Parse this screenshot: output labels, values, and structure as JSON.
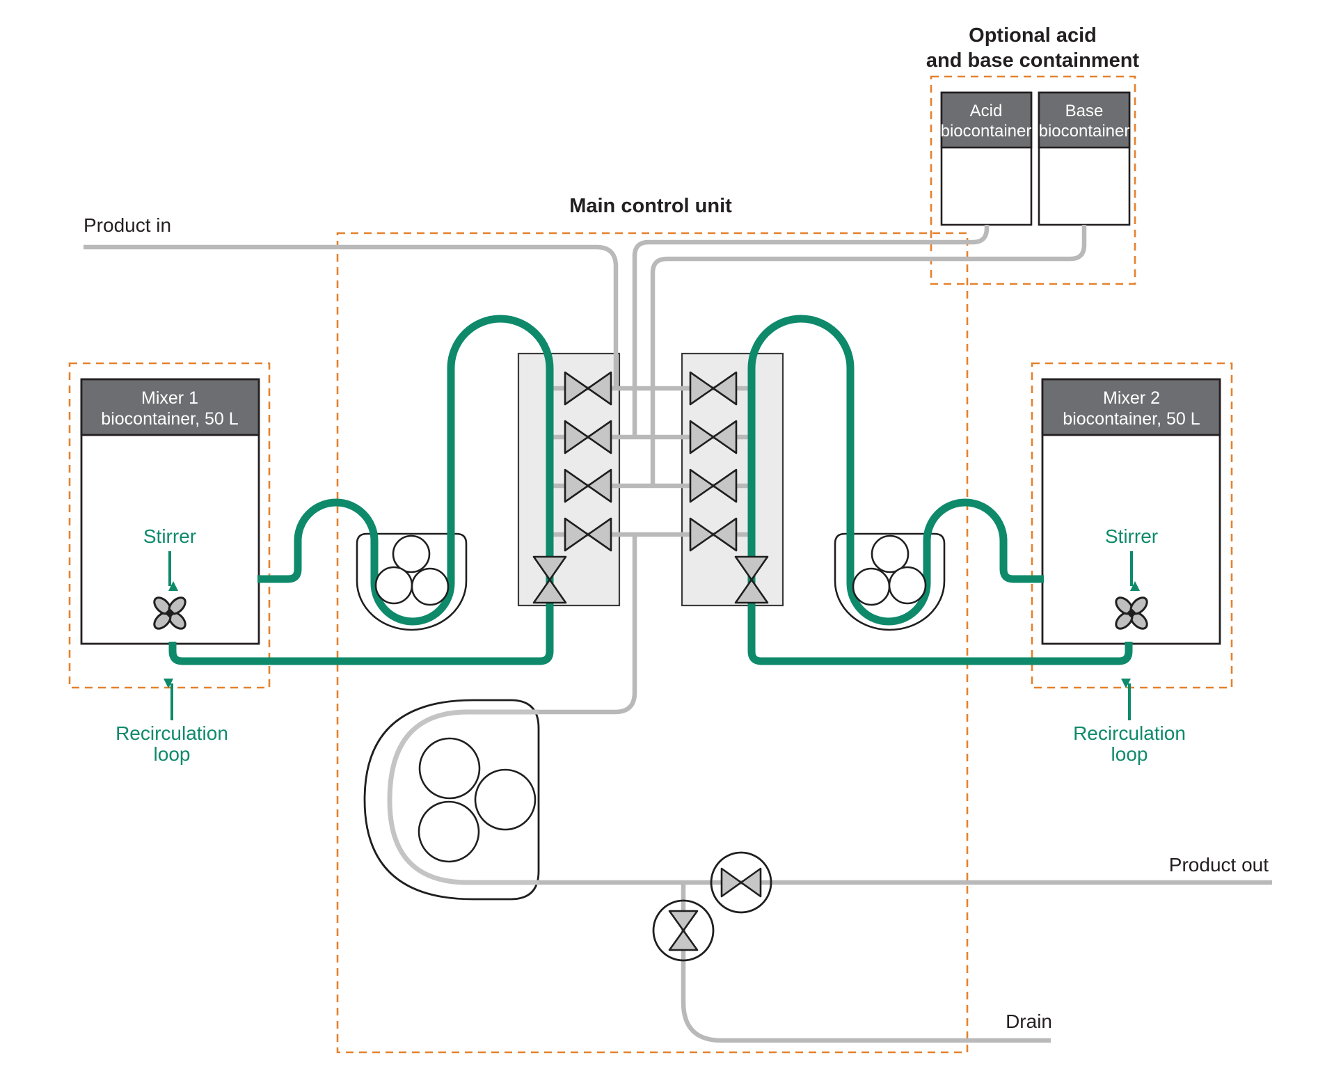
{
  "colors": {
    "green": "#0E8A6B",
    "orange": "#E5812D",
    "gray_pipe": "#B9B9B9",
    "pump_tube": "#C4C4C4",
    "panel_fill": "#EBEBEB",
    "header_fill": "#6D6E71",
    "valve_fill": "#C6C6C6",
    "dark": "#231F20",
    "white": "#FFFFFF"
  },
  "labels": {
    "product_in": "Product in",
    "product_out": "Product out",
    "drain": "Drain",
    "main_control_unit": "Main control unit",
    "containment_title_1": "Optional acid",
    "containment_title_2": "and base containment",
    "acid_container_1": "Acid",
    "acid_container_2": "biocontainer",
    "base_container_1": "Base",
    "base_container_2": "biocontainer",
    "mixer1_1": "Mixer 1",
    "mixer1_2": "biocontainer, 50 L",
    "mixer2_1": "Mixer 2",
    "mixer2_2": "biocontainer, 50 L",
    "stirrer": "Stirrer",
    "recirculation_1": "Recirculation",
    "recirculation_2": "loop"
  }
}
